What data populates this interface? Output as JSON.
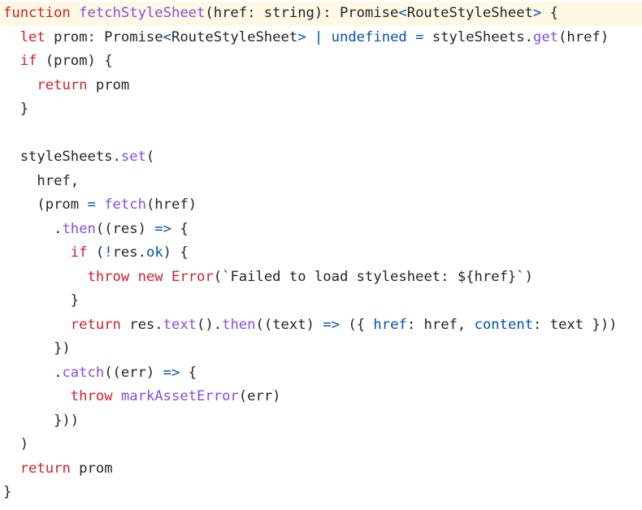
{
  "colors": {
    "default": "#1f2328",
    "keyword": "#cf222e",
    "function": "#8250df",
    "property": "#0550ae",
    "string": "#1f2328",
    "highlight_background": "#fff8e5"
  },
  "code_lines": [
    {
      "highlight": true,
      "tokens": [
        {
          "text": "function",
          "type": "keyword"
        },
        {
          "text": " ",
          "type": "default"
        },
        {
          "text": "fetchStyleSheet",
          "type": "function"
        },
        {
          "text": "(href: string): Promise",
          "type": "default"
        },
        {
          "text": "<",
          "type": "property"
        },
        {
          "text": "RouteStyleSheet",
          "type": "default"
        },
        {
          "text": ">",
          "type": "property"
        },
        {
          "text": " {",
          "type": "default"
        }
      ]
    },
    {
      "tokens": [
        {
          "text": "  ",
          "type": "default"
        },
        {
          "text": "let",
          "type": "keyword"
        },
        {
          "text": " prom: Promise",
          "type": "default"
        },
        {
          "text": "<",
          "type": "property"
        },
        {
          "text": "RouteStyleSheet",
          "type": "default"
        },
        {
          "text": ">",
          "type": "property"
        },
        {
          "text": " ",
          "type": "default"
        },
        {
          "text": "|",
          "type": "property"
        },
        {
          "text": " ",
          "type": "default"
        },
        {
          "text": "undefined",
          "type": "property"
        },
        {
          "text": " ",
          "type": "default"
        },
        {
          "text": "=",
          "type": "property"
        },
        {
          "text": " styleSheets.",
          "type": "default"
        },
        {
          "text": "get",
          "type": "function"
        },
        {
          "text": "(href)",
          "type": "default"
        }
      ]
    },
    {
      "tokens": [
        {
          "text": "  ",
          "type": "default"
        },
        {
          "text": "if",
          "type": "keyword"
        },
        {
          "text": " (prom) {",
          "type": "default"
        }
      ]
    },
    {
      "tokens": [
        {
          "text": "    ",
          "type": "default"
        },
        {
          "text": "return",
          "type": "keyword"
        },
        {
          "text": " prom",
          "type": "default"
        }
      ]
    },
    {
      "tokens": [
        {
          "text": "  }",
          "type": "default"
        }
      ]
    },
    {
      "tokens": []
    },
    {
      "tokens": [
        {
          "text": "  styleSheets.",
          "type": "default"
        },
        {
          "text": "set",
          "type": "function"
        },
        {
          "text": "(",
          "type": "default"
        }
      ]
    },
    {
      "tokens": [
        {
          "text": "    href,",
          "type": "default"
        }
      ]
    },
    {
      "tokens": [
        {
          "text": "    (prom ",
          "type": "default"
        },
        {
          "text": "=",
          "type": "property"
        },
        {
          "text": " ",
          "type": "default"
        },
        {
          "text": "fetch",
          "type": "function"
        },
        {
          "text": "(href)",
          "type": "default"
        }
      ]
    },
    {
      "tokens": [
        {
          "text": "      .",
          "type": "default"
        },
        {
          "text": "then",
          "type": "function"
        },
        {
          "text": "((res) ",
          "type": "default"
        },
        {
          "text": "=>",
          "type": "property"
        },
        {
          "text": " {",
          "type": "default"
        }
      ]
    },
    {
      "tokens": [
        {
          "text": "        ",
          "type": "default"
        },
        {
          "text": "if",
          "type": "keyword"
        },
        {
          "text": " (",
          "type": "default"
        },
        {
          "text": "!",
          "type": "property"
        },
        {
          "text": "res.",
          "type": "default"
        },
        {
          "text": "ok",
          "type": "property"
        },
        {
          "text": ") {",
          "type": "default"
        }
      ]
    },
    {
      "tokens": [
        {
          "text": "          ",
          "type": "default"
        },
        {
          "text": "throw",
          "type": "keyword"
        },
        {
          "text": " ",
          "type": "default"
        },
        {
          "text": "new",
          "type": "keyword"
        },
        {
          "text": " ",
          "type": "default"
        },
        {
          "text": "Error",
          "type": "keyword"
        },
        {
          "text": "(`Failed to load stylesheet: ${href}`)",
          "type": "string"
        }
      ]
    },
    {
      "tokens": [
        {
          "text": "        }",
          "type": "default"
        }
      ]
    },
    {
      "tokens": [
        {
          "text": "        ",
          "type": "default"
        },
        {
          "text": "return",
          "type": "keyword"
        },
        {
          "text": " res.",
          "type": "default"
        },
        {
          "text": "text",
          "type": "function"
        },
        {
          "text": "().",
          "type": "default"
        },
        {
          "text": "then",
          "type": "function"
        },
        {
          "text": "((text) ",
          "type": "default"
        },
        {
          "text": "=>",
          "type": "property"
        },
        {
          "text": " ({ ",
          "type": "default"
        },
        {
          "text": "href",
          "type": "property"
        },
        {
          "text": ": href, ",
          "type": "default"
        },
        {
          "text": "content",
          "type": "property"
        },
        {
          "text": ": text }))",
          "type": "default"
        }
      ]
    },
    {
      "tokens": [
        {
          "text": "      })",
          "type": "default"
        }
      ]
    },
    {
      "tokens": [
        {
          "text": "      .",
          "type": "default"
        },
        {
          "text": "catch",
          "type": "function"
        },
        {
          "text": "((err) ",
          "type": "default"
        },
        {
          "text": "=>",
          "type": "property"
        },
        {
          "text": " {",
          "type": "default"
        }
      ]
    },
    {
      "tokens": [
        {
          "text": "        ",
          "type": "default"
        },
        {
          "text": "throw",
          "type": "keyword"
        },
        {
          "text": " ",
          "type": "default"
        },
        {
          "text": "markAssetError",
          "type": "function"
        },
        {
          "text": "(err)",
          "type": "default"
        }
      ]
    },
    {
      "tokens": [
        {
          "text": "      }))",
          "type": "default"
        }
      ]
    },
    {
      "tokens": [
        {
          "text": "  )",
          "type": "default"
        }
      ]
    },
    {
      "tokens": [
        {
          "text": "  ",
          "type": "default"
        },
        {
          "text": "return",
          "type": "keyword"
        },
        {
          "text": " prom",
          "type": "default"
        }
      ]
    },
    {
      "tokens": [
        {
          "text": "}",
          "type": "default"
        }
      ]
    }
  ]
}
